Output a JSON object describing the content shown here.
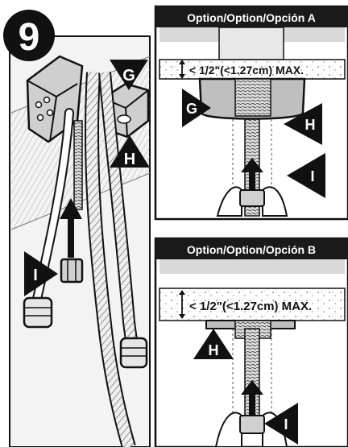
{
  "step_number": "9",
  "callouts": {
    "g": "G",
    "h": "H",
    "i": "I"
  },
  "panel_a": {
    "title": "Option/Option/Opción A",
    "measurement": "< 1/2\"(<1.27cm) MAX."
  },
  "panel_b": {
    "title": "Option/Option/Opción B",
    "measurement": "< 1/2\"(<1.27cm) MAX."
  },
  "colors": {
    "ink": "#111111",
    "header_fill": "#1a1a1a",
    "panel_gray": "#d9d9d9",
    "metal_gray": "#bfbfbf"
  }
}
